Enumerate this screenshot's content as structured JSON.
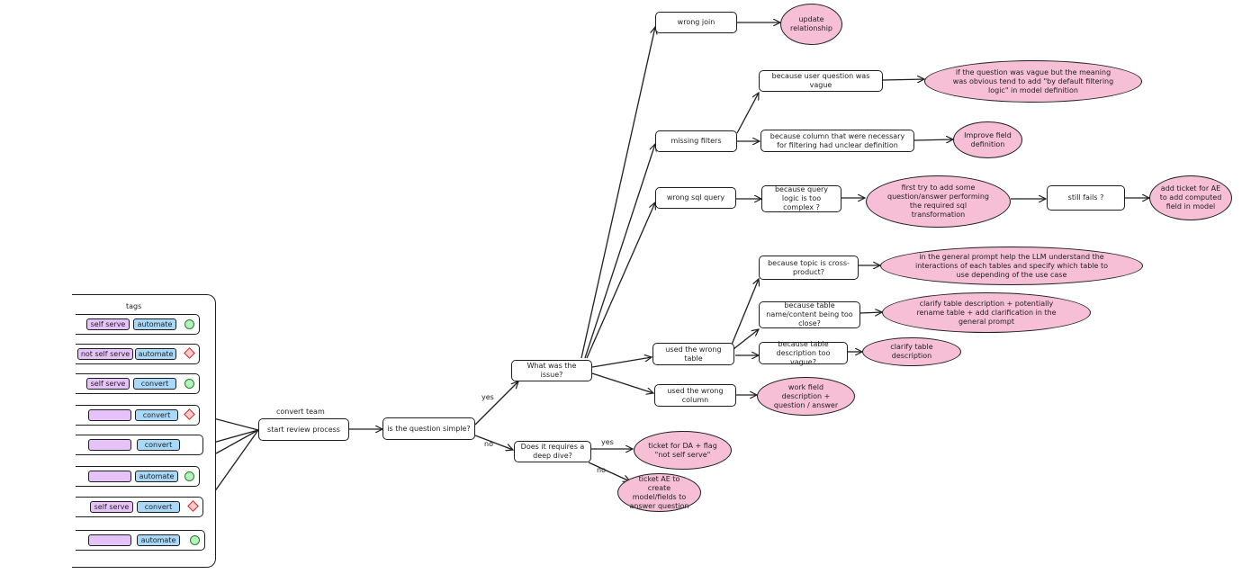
{
  "tags_panel": {
    "title": "tags",
    "rows": [
      {
        "label": "self serve",
        "action": "automate",
        "status": "green-circle"
      },
      {
        "label": "not self serve",
        "action": "automate",
        "status": "red-diamond"
      },
      {
        "label": "self serve",
        "action": "convert",
        "status": "green-circle"
      },
      {
        "label": "",
        "action": "convert",
        "status": "red-diamond"
      },
      {
        "label": "",
        "action": "convert",
        "status": "none"
      },
      {
        "label": "",
        "action": "automate",
        "status": "green-circle"
      },
      {
        "label": "self serve",
        "action": "convert",
        "status": "red-diamond"
      },
      {
        "label": "",
        "action": "automate",
        "status": "green-circle"
      }
    ]
  },
  "nodes": {
    "convert_team": "convert team",
    "start_review": "start review process",
    "is_simple": "is the question simple?",
    "what_issue": "What was the issue?",
    "deep_dive": "Does it requires a deep dive?",
    "wrong_join": "wrong join",
    "missing_filters": "missing filters",
    "wrong_sql": "wrong sql query",
    "wrong_table": "used the wrong table",
    "wrong_column": "used the wrong column",
    "user_question_vague": "because user question was vague",
    "column_unclear": "because column that were necessary for filtering had unclear definition",
    "query_complex": "because query logic is too complex ?",
    "still_fails": "still fails ?",
    "cross_product": "because topic is cross-product?",
    "table_name_close": "because table name/content being too close?",
    "table_desc_vague": "because table description too vague?"
  },
  "outcomes": {
    "update_relationship": "update relationship",
    "vague_default_filter": "if the question was vague but the meaning was obvious tend to add \"by default filtering logic\" in model definition",
    "improve_field": "Improve field definition",
    "add_qa_sql": "first try to add some question/answer performing the required sql transformation",
    "ticket_ae_computed": "add ticket for AE to add computed field in model",
    "general_prompt_llm": "in the general prompt help the LLM understand the interactions of each tables and specify which table to use depending of the use case",
    "clarify_rename": "clarify table description + potentially rename table + add clarification in the general prompt",
    "clarify_table_desc": "clarify table description",
    "field_desc_qa": "work field description + question / answer",
    "ticket_da": "ticket for DA + flag \"not self serve\"",
    "ticket_ae_model": "ticket AE to create model/fields to answer question"
  },
  "edge_labels": {
    "yes_simple": "yes",
    "no_simple": "no",
    "yes_deep": "yes",
    "no_deep": "no"
  },
  "colors": {
    "outcome_fill": "#f6bfd6",
    "chip_purple": "#e5c2f7",
    "chip_blue": "#a9d8f8",
    "status_green": "#b2f2bb",
    "status_red": "#ffc9c9",
    "stroke": "#1e1e1e"
  }
}
